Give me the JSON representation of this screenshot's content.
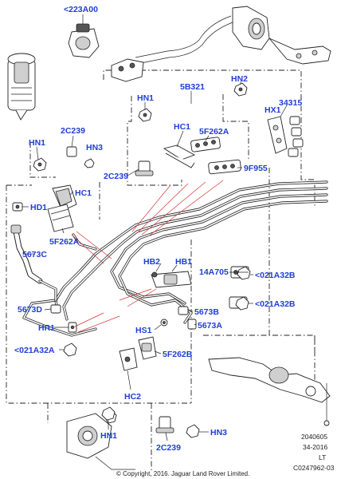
{
  "labels": {
    "l223a00": "<223A00",
    "l5b321": "5B321",
    "lhn2": "HN2",
    "lhn1a": "HN1",
    "lhx1": "HX1",
    "l34315": "34315",
    "lhc1a": "HC1",
    "l5f262a_top": "5F262A",
    "l2c239a": "2C239",
    "lhn1b": "HN1",
    "lhn3a": "HN3",
    "l2c239b": "2C239",
    "l9f955": "9F955",
    "lhc1b": "HC1",
    "lhd1": "HD1",
    "l5f262a_left": "5F262A",
    "l5673c": "5673C",
    "lhb2": "HB2",
    "lhb1": "HB1",
    "l14a705": "14A705",
    "l021a32b_a": "<021A32B",
    "l021a32b_b": "<021A32B",
    "l5673d": "5673D",
    "l5673b": "5673B",
    "l5673a": "5673A",
    "lhr1": "HR1",
    "lhs1": "HS1",
    "l021a32a": "<021A32A",
    "l5f262b": "5F262B",
    "lhc2": "HC2",
    "lhn1c": "HN1",
    "l2c239c": "2C239",
    "lhn3b": "HN3"
  },
  "meta": {
    "line1": "2040605",
    "line2": "34-2016",
    "line3": "LT",
    "line4": "C0247962-03"
  },
  "copyright": "© Copyright, 2016. Jaguar Land Rover Limited."
}
